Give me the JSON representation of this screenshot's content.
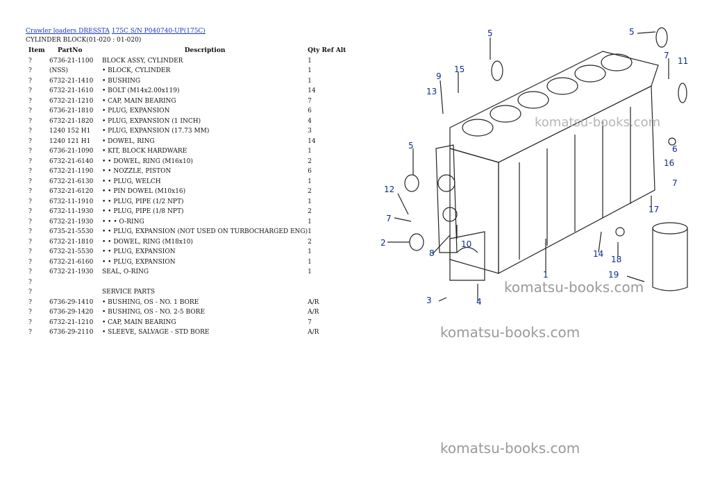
{
  "breadcrumb": {
    "link1": "Crawler loaders DRESSTA",
    "link2": "175C S/N P040740-UP(175C)"
  },
  "subtitle": "CYLINDER BLOCK(01-020 : 01-020)",
  "table": {
    "headers": {
      "item": "Item",
      "partno": "PartNo",
      "description": "Description",
      "qty": "Qty Ref Alt"
    },
    "rows": [
      {
        "item": "?",
        "partno": "6736-21-1100",
        "desc": "BLOCK ASSY, CYLINDER",
        "qty": "1"
      },
      {
        "item": "?",
        "partno": "(NSS)",
        "desc": "• BLOCK, CYLINDER",
        "qty": "1"
      },
      {
        "item": "?",
        "partno": "6732-21-1410",
        "desc": "• BUSHING",
        "qty": "1"
      },
      {
        "item": "?",
        "partno": "6732-21-1610",
        "desc": "• BOLT (M14x2.00x119)",
        "qty": "14"
      },
      {
        "item": "?",
        "partno": "6732-21-1210",
        "desc": "• CAP, MAIN BEARING",
        "qty": "7"
      },
      {
        "item": "?",
        "partno": "6736-21-1810",
        "desc": "• PLUG, EXPANSION",
        "qty": "6"
      },
      {
        "item": "?",
        "partno": "6732-21-1820",
        "desc": "• PLUG, EXPANSION (1 INCH)",
        "qty": "4"
      },
      {
        "item": "?",
        "partno": "1240 152 H1",
        "desc": "• PLUG, EXPANSION (17.73 MM)",
        "qty": "3"
      },
      {
        "item": "?",
        "partno": "1240 121 H1",
        "desc": "• DOWEL, RING",
        "qty": "14"
      },
      {
        "item": "?",
        "partno": "6736-21-1090",
        "desc": "• KIT, BLOCK HARDWARE",
        "qty": "1"
      },
      {
        "item": "?",
        "partno": "6732-21-6140",
        "desc": "• • DOWEL, RING (M16x10)",
        "qty": "2"
      },
      {
        "item": "?",
        "partno": "6732-21-1190",
        "desc": "• • NOZZLE, PISTON",
        "qty": "6"
      },
      {
        "item": "?",
        "partno": "6732-21-6130",
        "desc": "• • PLUG, WELCH",
        "qty": "1"
      },
      {
        "item": "?",
        "partno": "6732-21-6120",
        "desc": "• • PIN DOWEL (M10x16)",
        "qty": "2"
      },
      {
        "item": "?",
        "partno": "6732-11-1910",
        "desc": "• • PLUG, PIPE (1/2 NPT)",
        "qty": "1"
      },
      {
        "item": "?",
        "partno": "6732-11-1930",
        "desc": "• • PLUG, PIPE (1/8 NPT)",
        "qty": "2"
      },
      {
        "item": "?",
        "partno": "6732-21-1930",
        "desc": "• • • O-RING",
        "qty": "1"
      },
      {
        "item": "?",
        "partno": "6735-21-5530",
        "desc": "• • PLUG, EXPANSION (NOT USED ON TURBOCHARGED ENG)",
        "qty": "1"
      },
      {
        "item": "?",
        "partno": "6732-21-1810",
        "desc": "• • DOWEL, RING (M18x10)",
        "qty": "2"
      },
      {
        "item": "?",
        "partno": "6732-21-5530",
        "desc": "• • PLUG, EXPANSION",
        "qty": "1"
      },
      {
        "item": "?",
        "partno": "6732-21-6160",
        "desc": "• • PLUG, EXPANSION",
        "qty": "1"
      },
      {
        "item": "?",
        "partno": "6732-21-1930",
        "desc": "SEAL, O-RING",
        "qty": "1"
      },
      {
        "item": "?",
        "partno": "",
        "desc": "",
        "qty": ""
      },
      {
        "item": "?",
        "partno": "",
        "desc": "SERVICE PARTS",
        "qty": ""
      },
      {
        "item": "?",
        "partno": "6736-29-1410",
        "desc": "• BUSHING, OS - NO. 1 BORE",
        "qty": "A/R"
      },
      {
        "item": "?",
        "partno": "6736-29-1420",
        "desc": "• BUSHING, OS - NO. 2-5 BORE",
        "qty": "A/R"
      },
      {
        "item": "?",
        "partno": "6732-21-1210",
        "desc": "• CAP, MAIN BEARING",
        "qty": "7"
      },
      {
        "item": "?",
        "partno": "6736-29-2110",
        "desc": "• SLEEVE, SALVAGE - STD BORE",
        "qty": "A/R"
      }
    ]
  },
  "diagram": {
    "callouts": [
      "5",
      "5",
      "7",
      "11",
      "9",
      "15",
      "13",
      "5",
      "6",
      "16",
      "12",
      "7",
      "17",
      "7",
      "2",
      "8",
      "10",
      "14",
      "18",
      "19",
      "1",
      "3",
      "4"
    ],
    "color": "#0c2a8c"
  },
  "watermarks": [
    "komatsu-books.com",
    "komatsu-books.com",
    "komatsu-books.com",
    "komatsu-books.com"
  ]
}
